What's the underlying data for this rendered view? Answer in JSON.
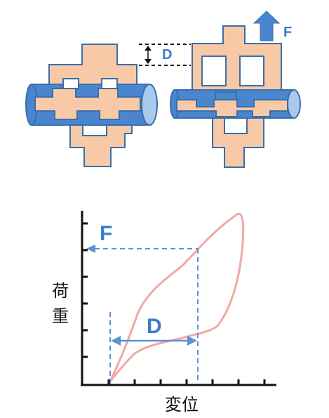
{
  "diagram": {
    "top": {
      "force_label": "F",
      "gap_label": "D"
    },
    "graph": {
      "y_axis_label_line1": "荷",
      "y_axis_label_line2": "重",
      "x_axis_label": "変位",
      "force_label": "F",
      "displacement_label": "D"
    }
  },
  "colors": {
    "peach": "#f8c9a6",
    "blue": "#4a86cf",
    "light_blue": "#a9c9ee",
    "outline": "#3a6fa8",
    "curve": "#f2a7a7",
    "dashed": "#5b93d6"
  }
}
